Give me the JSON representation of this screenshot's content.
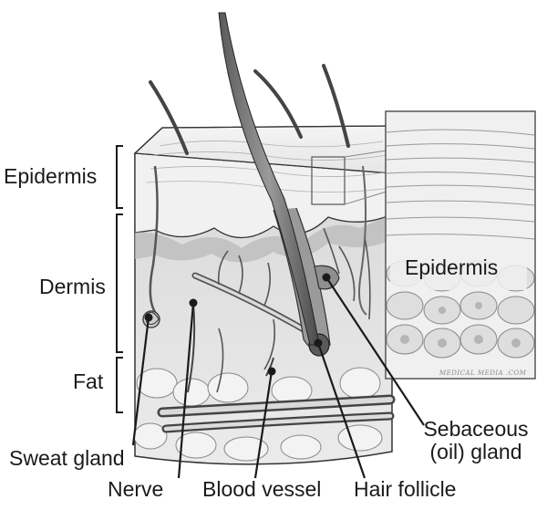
{
  "labels": {
    "epidermis_left": "Epidermis",
    "dermis": "Dermis",
    "fat": "Fat",
    "epidermis_inset": "Epidermis",
    "sweat_gland": "Sweat gland",
    "nerve": "Nerve",
    "blood_vessel": "Blood vessel",
    "hair_follicle": "Hair follicle",
    "sebaceous_line1": "Sebaceous",
    "sebaceous_line2": "(oil) gland"
  },
  "credit": "MEDICAL MEDIA .COM",
  "colors": {
    "ink": "#1a1a1a",
    "skin_light": "#efefef",
    "dermis": "#e2e2e2",
    "fat": "#ececec"
  }
}
